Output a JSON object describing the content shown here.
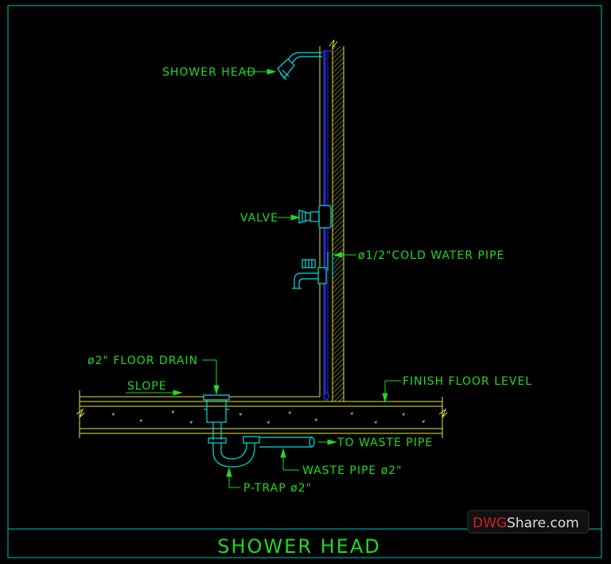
{
  "title": "SHOWER HEAD",
  "labels": {
    "shower_head": "SHOWER HEAD",
    "valve": "VALVE",
    "cold_water_pipe": "ø1/2\"COLD WATER PIPE",
    "floor_drain": "ø2\" FLOOR DRAIN",
    "slope": "SLOPE",
    "finish_floor_level": "FINISH FLOOR LEVEL",
    "to_waste_pipe": "TO WASTE PIPE",
    "waste_pipe": "WASTE PIPE ø2\"",
    "p_trap": "P-TRAP ø2\""
  },
  "watermark": {
    "brand_red": "DWG",
    "brand_white": "Share.com"
  },
  "colors": {
    "background": "#000000",
    "frame": "#00a0a0",
    "text": "#21d921",
    "wall": "#e6e632",
    "pipe": "#2828d8",
    "fixture": "#00e0e0",
    "watermark_red": "#d42020"
  }
}
